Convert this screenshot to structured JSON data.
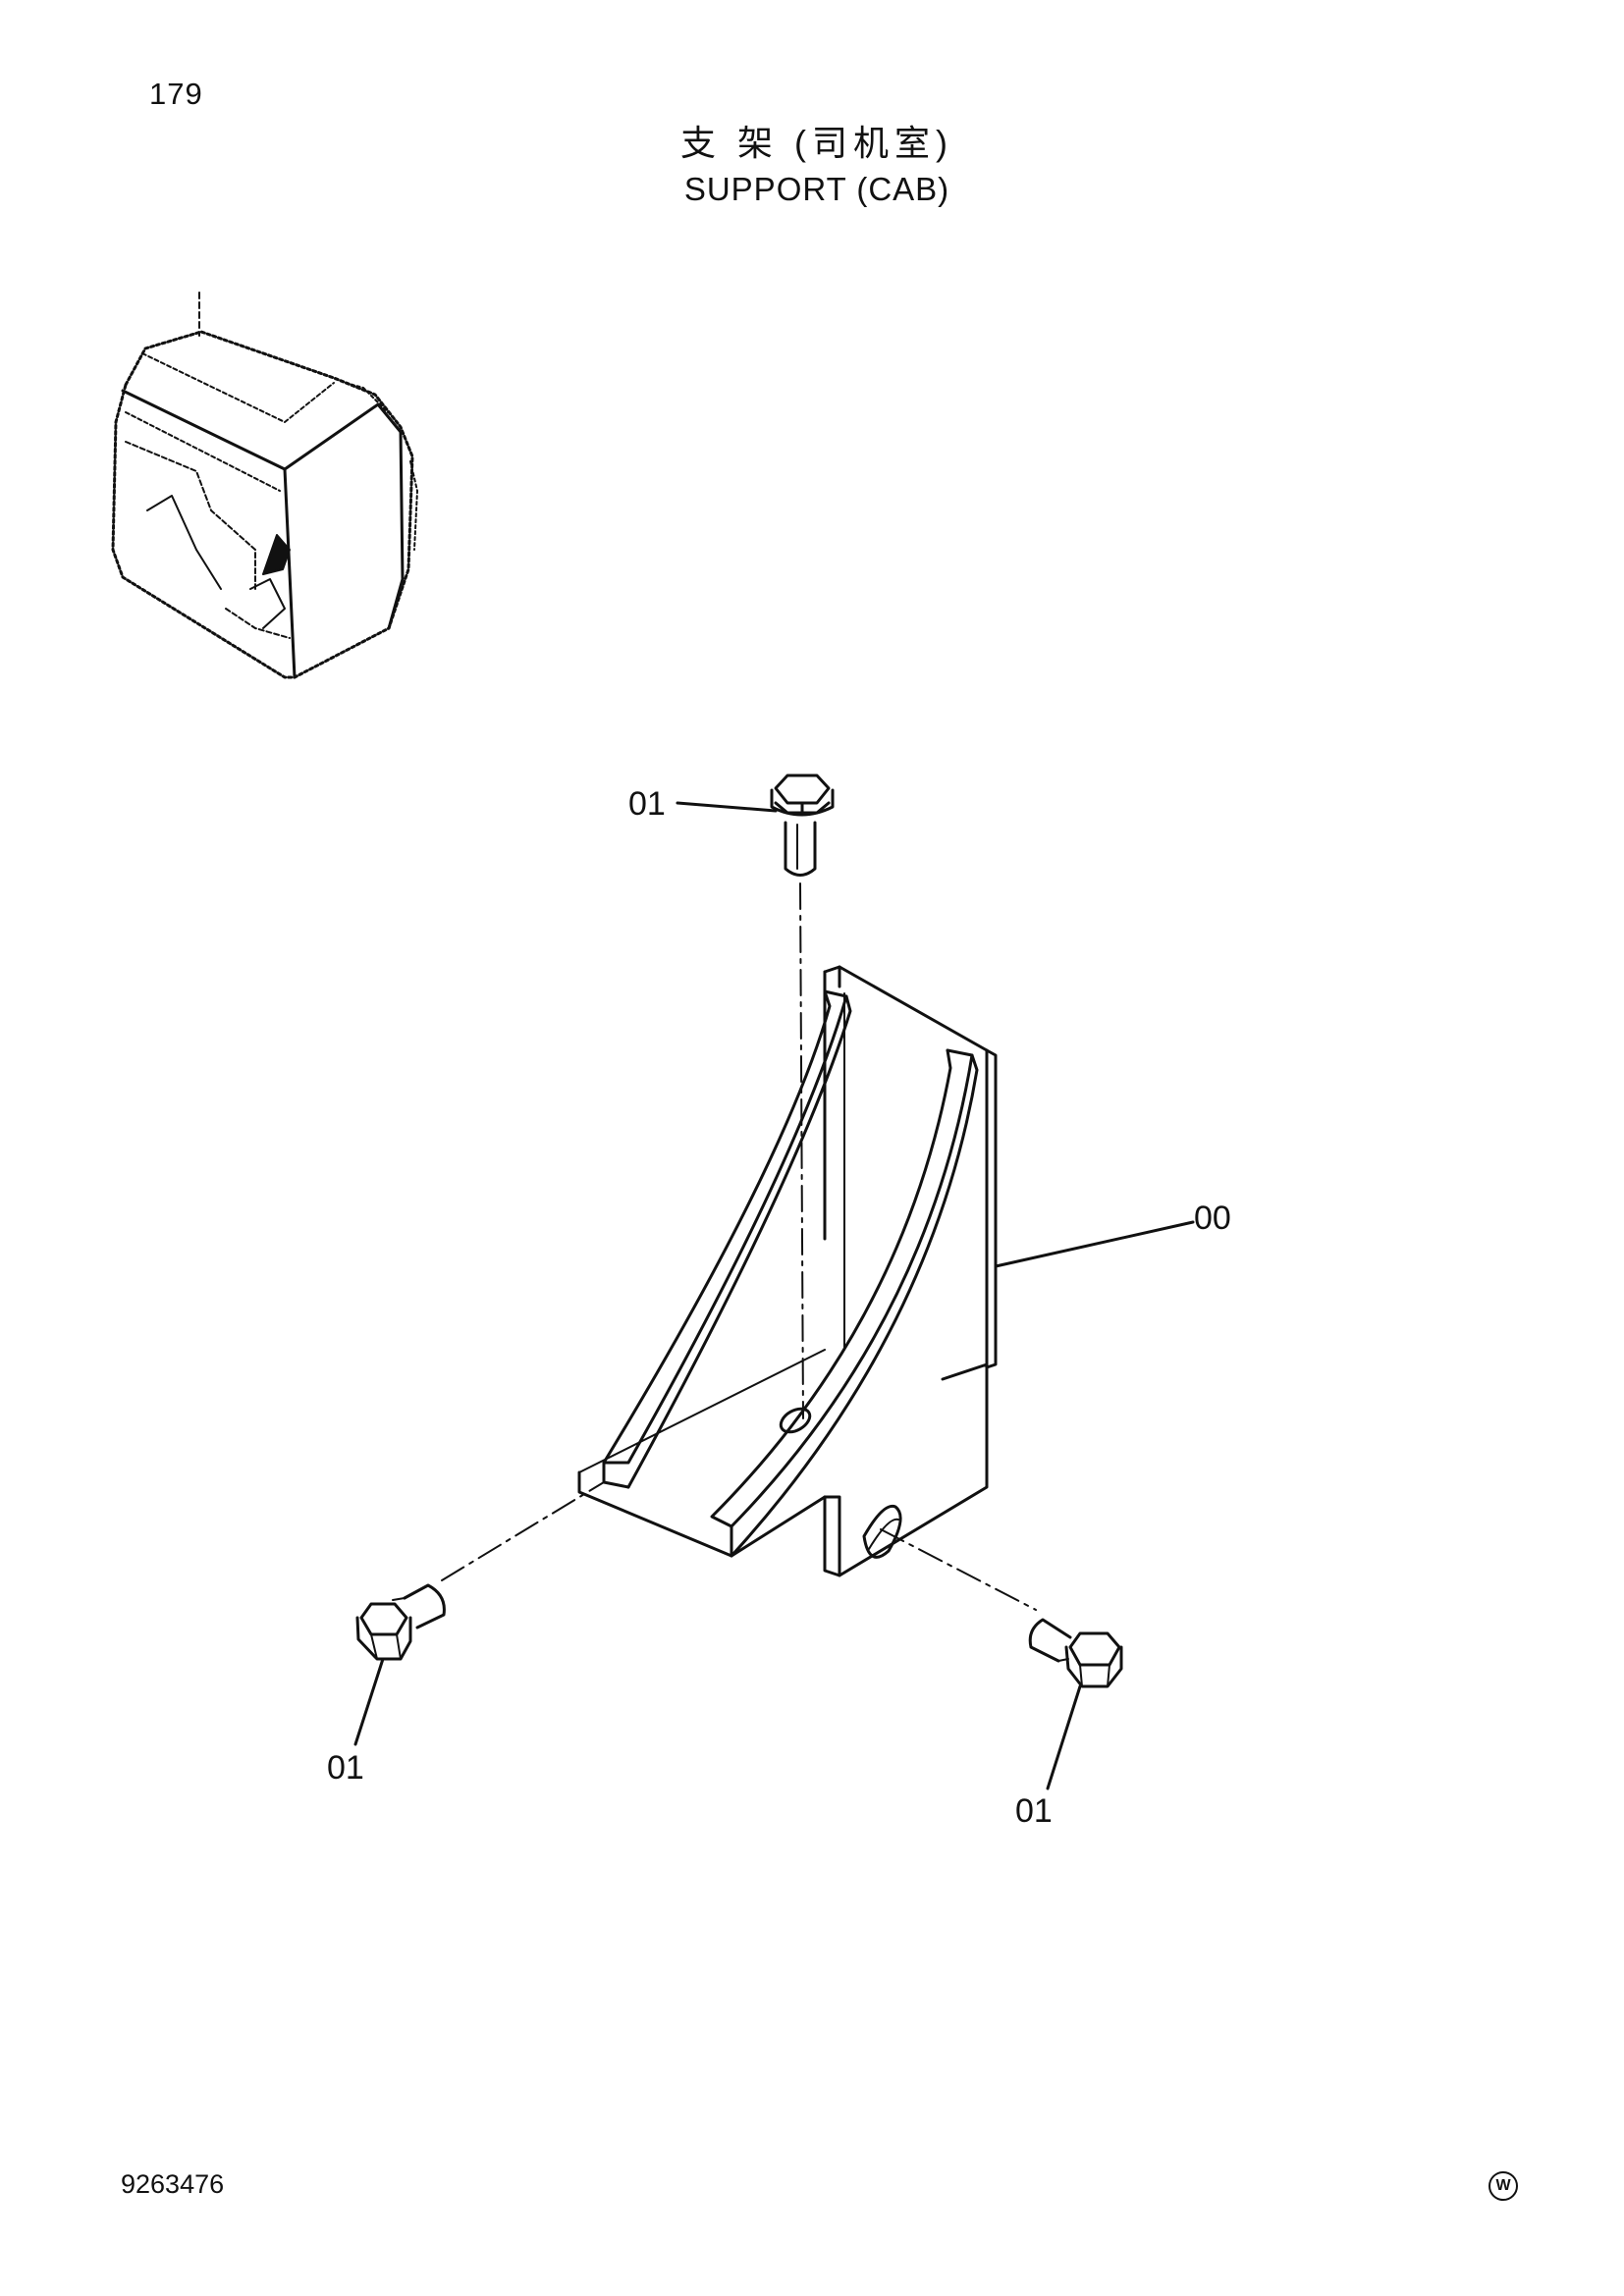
{
  "header": {
    "page_number": "179",
    "title_cn": "支 架 (司机室)",
    "title_en": "SUPPORT (CAB)"
  },
  "diagram": {
    "callouts": {
      "bolt_top": "01",
      "bracket": "00",
      "bolt_left": "01",
      "bolt_right": "01"
    }
  },
  "footer": {
    "doc_number": "9263476",
    "mark": "W"
  }
}
